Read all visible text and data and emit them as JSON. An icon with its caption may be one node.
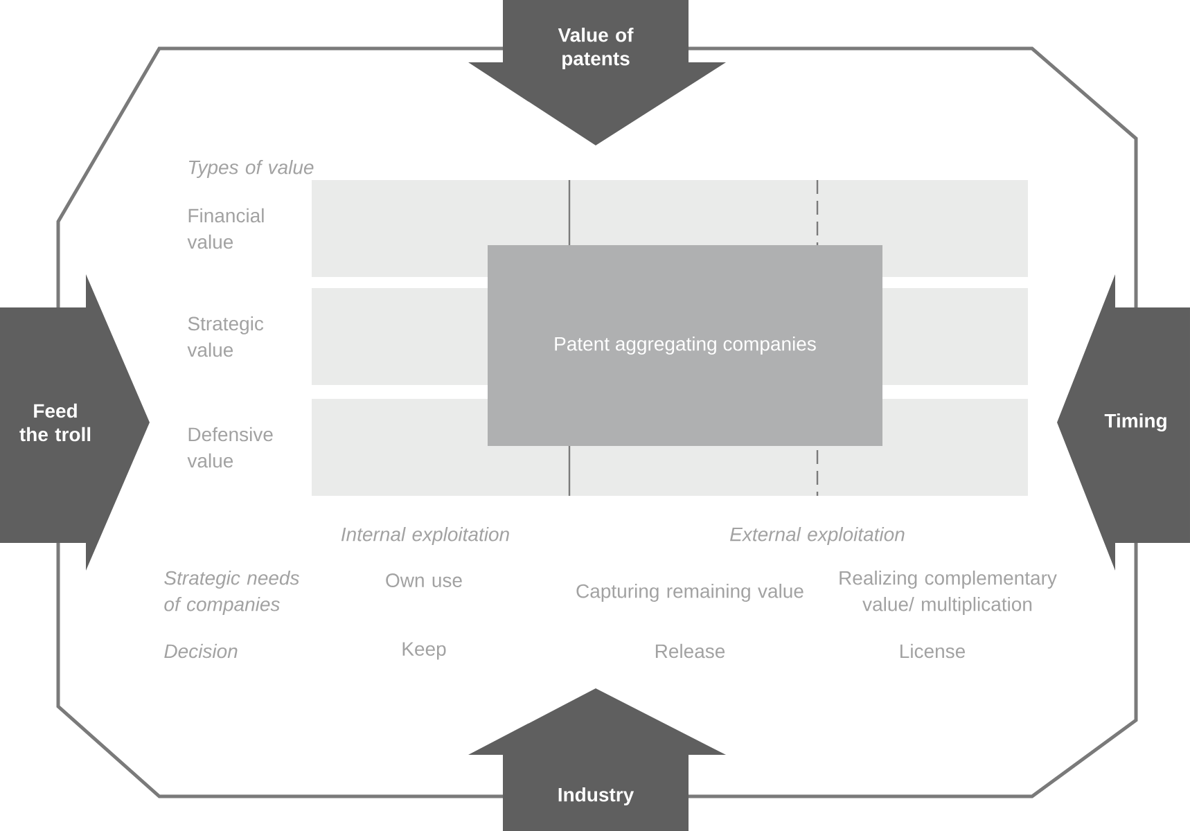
{
  "diagram": {
    "nodes": [
      {
        "text": [
          "Value of patents"
        ]
      },
      {
        "text": [
          "Feed the troll"
        ]
      },
      {
        "text": [
          "Timing"
        ]
      },
      {
        "text": [
          "Industry"
        ]
      },
      {
        "text": [
          "Patent aggregating companies"
        ]
      }
    ],
    "labels": [
      "Types of value",
      "Financial value",
      "Strategic value",
      "Defensive value",
      "Internal exploitation",
      "External exploitation",
      "Strategic needs of companies",
      "Own use",
      "Capturing remaining value",
      "Realizing complementary value/ multiplication",
      "Decision",
      "Keep",
      "Release",
      "License"
    ]
  }
}
